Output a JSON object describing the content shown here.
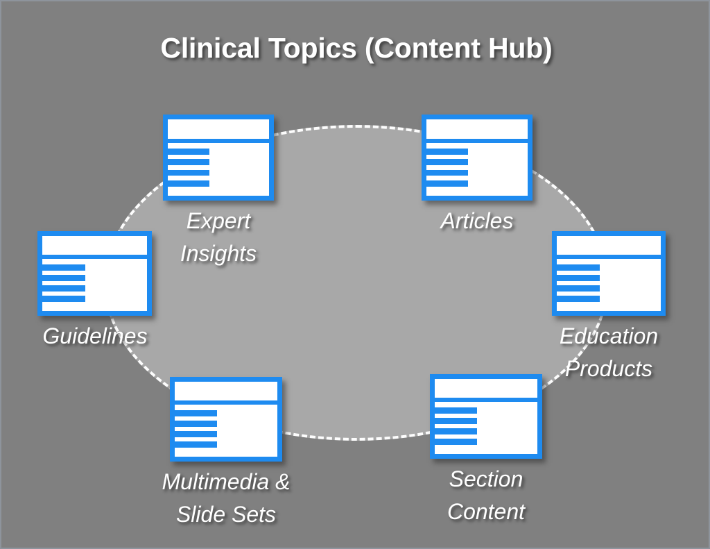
{
  "slide": {
    "title": "Clinical Topics (Content Hub)",
    "background_color": "#808080",
    "ellipse_fill_color": "#a8a8a8",
    "ellipse_stroke_color": "#ffffff",
    "accent_color": "#1e8bf0",
    "text_color": "#ffffff"
  },
  "diagram": {
    "type": "cycle",
    "center_shape": "dashed-ellipse",
    "nodes": [
      {
        "id": "expert-insights",
        "label": "Expert\nInsights",
        "icon": "window-with-sidebar-icon",
        "position": "top-left"
      },
      {
        "id": "articles",
        "label": "Articles",
        "icon": "window-with-sidebar-icon",
        "position": "top-right"
      },
      {
        "id": "guidelines",
        "label": "Guidelines",
        "icon": "window-with-sidebar-icon",
        "position": "left"
      },
      {
        "id": "education-products",
        "label": "Education\nProducts",
        "icon": "window-with-sidebar-icon",
        "position": "right"
      },
      {
        "id": "multimedia-slide-sets",
        "label": "Multimedia &\nSlide Sets",
        "icon": "window-with-sidebar-icon",
        "position": "bottom-left"
      },
      {
        "id": "section-content",
        "label": "Section\nContent",
        "icon": "window-with-sidebar-icon",
        "position": "bottom-right"
      }
    ]
  }
}
